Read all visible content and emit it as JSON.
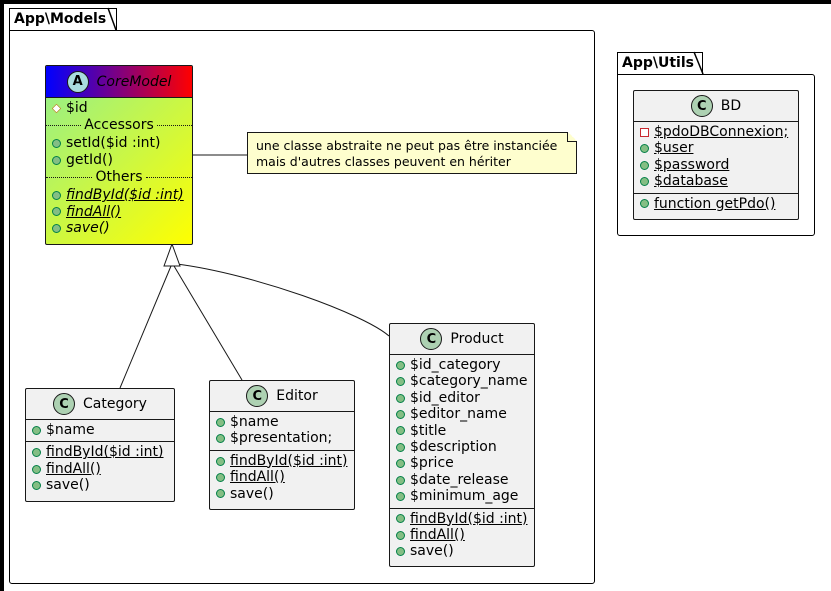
{
  "packages": {
    "models": {
      "name": "App\\Models"
    },
    "utils": {
      "name": "App\\Utils"
    }
  },
  "classes": {
    "coremodel": {
      "name": "CoreModel",
      "badge": "A",
      "fields": [
        {
          "vis": "protected",
          "text": "$id"
        }
      ],
      "accessors_label": "Accessors",
      "accessors": [
        {
          "vis": "public",
          "text": "setId($id  :int)"
        },
        {
          "vis": "public",
          "text": "getId()"
        }
      ],
      "others_label": "Others",
      "others": [
        {
          "vis": "public",
          "text": "findById($id  :int)",
          "style": "static-abstract"
        },
        {
          "vis": "public",
          "text": "findAll()",
          "style": "static-abstract"
        },
        {
          "vis": "public",
          "text": "save()",
          "style": "abstract"
        }
      ]
    },
    "category": {
      "name": "Category",
      "badge": "C",
      "fields": [
        {
          "vis": "public",
          "text": "$name"
        }
      ],
      "methods": [
        {
          "vis": "public",
          "text": "findById($id  :int)",
          "style": "static"
        },
        {
          "vis": "public",
          "text": "findAll()",
          "style": "static"
        },
        {
          "vis": "public",
          "text": "save()"
        }
      ]
    },
    "editor": {
      "name": "Editor",
      "badge": "C",
      "fields": [
        {
          "vis": "public",
          "text": "$name"
        },
        {
          "vis": "public",
          "text": "$presentation;"
        }
      ],
      "methods": [
        {
          "vis": "public",
          "text": "findById($id :int)",
          "style": "static"
        },
        {
          "vis": "public",
          "text": "findAll()",
          "style": "static"
        },
        {
          "vis": "public",
          "text": "save()"
        }
      ]
    },
    "product": {
      "name": "Product",
      "badge": "C",
      "fields": [
        {
          "vis": "public",
          "text": "$id_category"
        },
        {
          "vis": "public",
          "text": "$category_name"
        },
        {
          "vis": "public",
          "text": "$id_editor"
        },
        {
          "vis": "public",
          "text": "$editor_name"
        },
        {
          "vis": "public",
          "text": "$title"
        },
        {
          "vis": "public",
          "text": "$description"
        },
        {
          "vis": "public",
          "text": "$price"
        },
        {
          "vis": "public",
          "text": "$date_release"
        },
        {
          "vis": "public",
          "text": "$minimum_age"
        }
      ],
      "methods": [
        {
          "vis": "public",
          "text": "findById($id :int)",
          "style": "static"
        },
        {
          "vis": "public",
          "text": "findAll()",
          "style": "static"
        },
        {
          "vis": "public",
          "text": "save()"
        }
      ]
    },
    "bd": {
      "name": "BD",
      "badge": "C",
      "fields": [
        {
          "vis": "private",
          "text": "$pdoDBConnexion;",
          "style": "static"
        },
        {
          "vis": "public",
          "text": "$user",
          "style": "static"
        },
        {
          "vis": "public",
          "text": "$password",
          "style": "static"
        },
        {
          "vis": "public",
          "text": "$database",
          "style": "static"
        }
      ],
      "methods": [
        {
          "vis": "public",
          "text": "function getPdo()",
          "style": "static"
        }
      ]
    }
  },
  "note": {
    "lines": [
      "une classe abstraite ne peut pas être instanciée",
      "mais d'autres classes peuvent en hériter"
    ]
  },
  "colors": {
    "class_bg": "#F1F1F1",
    "note_bg": "#FEFECE",
    "class_badge": "#ADD1B2",
    "abstract_badge": "#A9DCDF",
    "public_icon": "#84BE84",
    "private_icon": "#C82930",
    "protected_icon": "#B38D22",
    "coremodel_header_gradient": [
      "#0000FF",
      "#FF0000"
    ],
    "coremodel_body_gradient": [
      "#90EE90",
      "#FFFF00"
    ]
  }
}
